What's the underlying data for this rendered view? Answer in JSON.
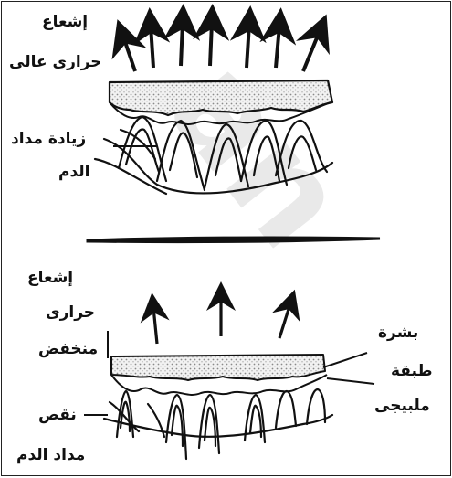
{
  "figure": {
    "top_panel": {
      "radiation_label": [
        "إشعاع",
        "حرارى عالى"
      ],
      "vessel_label": [
        "زيادة مداد",
        "الدم"
      ],
      "arrow_count": 7
    },
    "bottom_panel": {
      "radiation_label": [
        "إشعاع",
        "حرارى",
        "منخفض"
      ],
      "vessel_label": [
        "نقص",
        "مداد الدم"
      ],
      "skin_layer_label": [
        "بشرة",
        "طبقة",
        "ملبيجى"
      ],
      "arrow_count": 3
    },
    "watermark": "an"
  },
  "colors": {
    "ink": "#111111",
    "stipple": "#c9c9c9",
    "watermark": "#e9e9e9"
  }
}
